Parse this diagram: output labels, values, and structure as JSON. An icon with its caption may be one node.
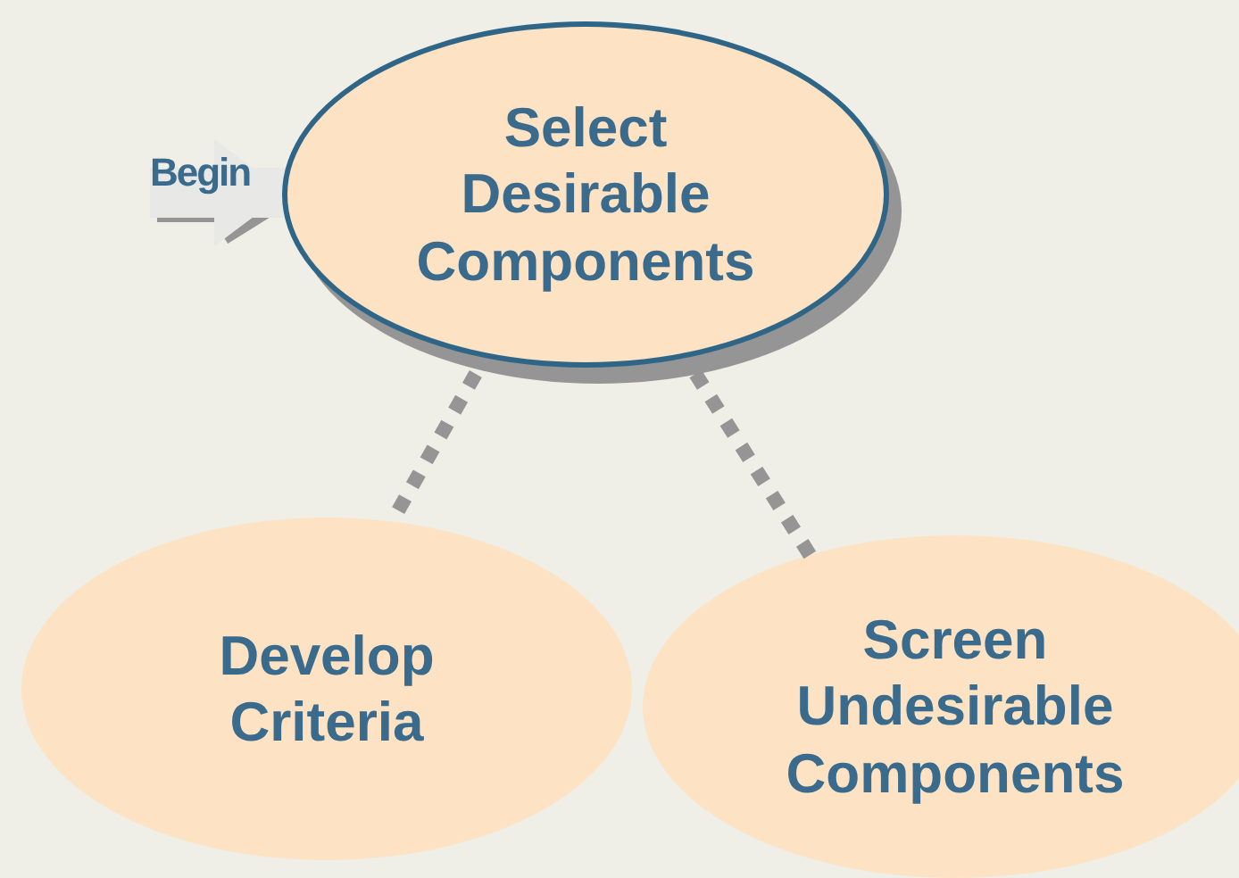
{
  "diagram": {
    "nodes": [
      {
        "text": [
          "Select Desirable Components"
        ]
      },
      {
        "text": [
          "Develop Criteria"
        ]
      },
      {
        "text": [
          "Screen Undesirable Components"
        ]
      }
    ],
    "edges": [
      {
        "from": null,
        "to": 0,
        "arrow": "to",
        "label": "Begin",
        "style": "thick"
      },
      {
        "from": 0,
        "to": 1,
        "arrow": "none",
        "style": "dashed"
      },
      {
        "from": 0,
        "to": 2,
        "arrow": "none",
        "style": "dashed"
      }
    ]
  }
}
